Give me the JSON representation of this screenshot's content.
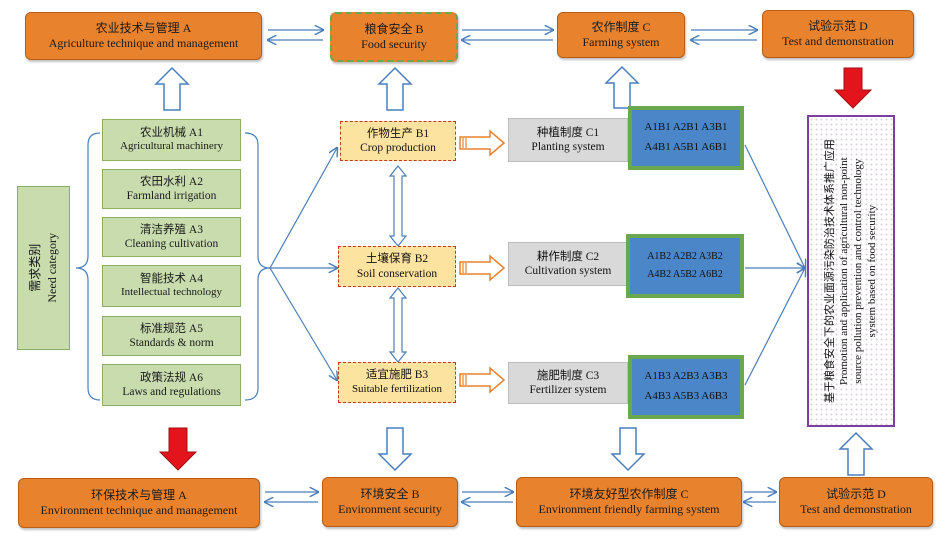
{
  "top": {
    "a": {
      "zh": "农业技术与管理 A",
      "en": "Agriculture technique and management"
    },
    "b": {
      "zh": "粮食安全 B",
      "en": "Food security"
    },
    "c": {
      "zh": "农作制度 C",
      "en": "Farming system"
    },
    "d": {
      "zh": "试验示范 D",
      "en": "Test and demonstration"
    }
  },
  "bottom": {
    "a": {
      "zh": "环保技术与管理 A",
      "en": "Environment technique and management"
    },
    "b": {
      "zh": "环境安全 B",
      "en": "Environment security"
    },
    "c": {
      "zh": "环境友好型农作制度 C",
      "en": "Environment friendly farming system"
    },
    "d": {
      "zh": "试验示范 D",
      "en": "Test and demonstration"
    }
  },
  "need": {
    "zh": "需求类别",
    "en": "Need category"
  },
  "a_items": [
    {
      "zh": "农业机械 A1",
      "en": "Agricultural machinery"
    },
    {
      "zh": "农田水利 A2",
      "en": "Farmland irrigation"
    },
    {
      "zh": "清洁养殖 A3",
      "en": "Cleaning cultivation"
    },
    {
      "zh": "智能技术 A4",
      "en": "Intellectual technology"
    },
    {
      "zh": "标准规范 A5",
      "en": "Standards & norm"
    },
    {
      "zh": "政策法规 A6",
      "en": "Laws and regulations"
    }
  ],
  "b_items": [
    {
      "zh": "作物生产 B1",
      "en": "Crop production"
    },
    {
      "zh": "土壤保育 B2",
      "en": "Soil conservation"
    },
    {
      "zh": "适宜施肥 B3",
      "en": "Suitable fertilization"
    }
  ],
  "c_items": [
    {
      "zh": "种植制度 C1",
      "en": "Planting system"
    },
    {
      "zh": "耕作制度 C2",
      "en": "Cultivation system"
    },
    {
      "zh": "施肥制度 C3",
      "en": "Fertilizer system"
    }
  ],
  "combos": [
    {
      "line1": "A1B1 A2B1 A3B1",
      "line2": "A4B1 A5B1 A6B1"
    },
    {
      "line1": "A1B2 A2B2 A3B2",
      "line2": "A4B2 A5B2 A6B2"
    },
    {
      "line1": "A1B3 A2B3 A3B3",
      "line2": "A4B3 A5B3 A6B3"
    }
  ],
  "final": {
    "zh": "基于粮食安全下的农业面源污染防治技术体系推广应用",
    "en1": "Promotion and application of agricultural non-point",
    "en2": "source pollution prevention and control technology",
    "en3": "system based on food security"
  },
  "colors": {
    "orange": "#e8822d",
    "green": "#c8dcae",
    "blue": "#4a86c8",
    "red": "#e3141b",
    "purple": "#7a3fa0"
  }
}
